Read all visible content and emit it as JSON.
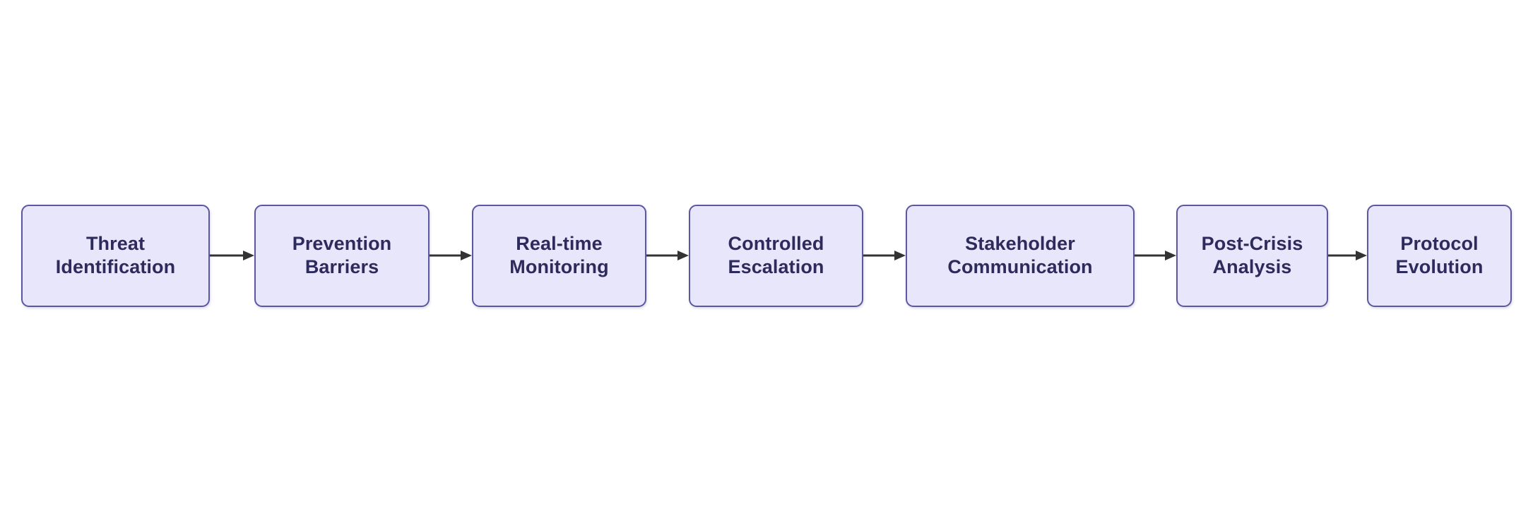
{
  "diagram": {
    "type": "flowchart",
    "orientation": "left-to-right",
    "background_color": "#ffffff",
    "node_fill_color": "#e8e6fa",
    "node_border_color": "#5b57a0",
    "node_text_color": "#2d2a5c",
    "arrow_color": "#333333",
    "nodes": [
      {
        "id": "threat-identification",
        "line1": "Threat",
        "line2": "Identification"
      },
      {
        "id": "prevention-barriers",
        "line1": "Prevention",
        "line2": "Barriers"
      },
      {
        "id": "real-time-monitoring",
        "line1": "Real-time",
        "line2": "Monitoring"
      },
      {
        "id": "controlled-escalation",
        "line1": "Controlled",
        "line2": "Escalation"
      },
      {
        "id": "stakeholder-communication",
        "line1": "Stakeholder",
        "line2": "Communication"
      },
      {
        "id": "post-crisis-analysis",
        "line1": "Post-Crisis",
        "line2": "Analysis"
      },
      {
        "id": "protocol-evolution",
        "line1": "Protocol",
        "line2": "Evolution"
      }
    ],
    "edges": [
      {
        "from": "threat-identification",
        "to": "prevention-barriers"
      },
      {
        "from": "prevention-barriers",
        "to": "real-time-monitoring"
      },
      {
        "from": "real-time-monitoring",
        "to": "controlled-escalation"
      },
      {
        "from": "controlled-escalation",
        "to": "stakeholder-communication"
      },
      {
        "from": "stakeholder-communication",
        "to": "post-crisis-analysis"
      },
      {
        "from": "post-crisis-analysis",
        "to": "protocol-evolution"
      }
    ]
  }
}
